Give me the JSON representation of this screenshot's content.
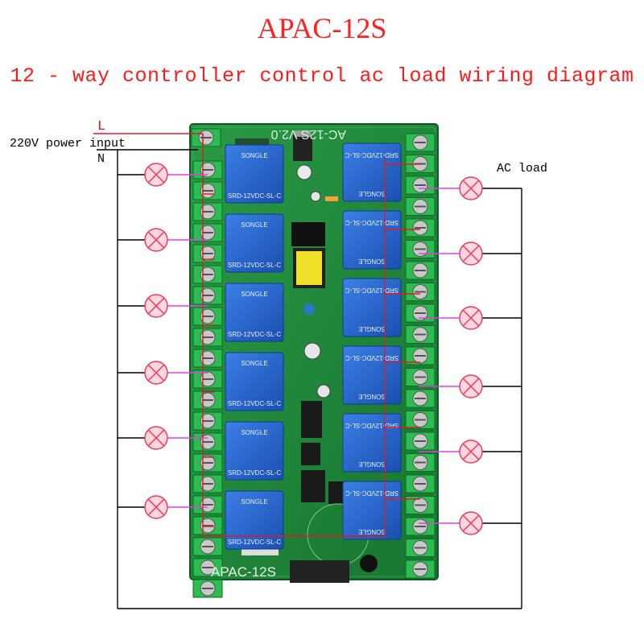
{
  "title": "APAC-12S",
  "subtitle": "12 - way controller control ac load wiring diagram",
  "labels": {
    "line": "L",
    "neutral": "N",
    "power_input": "220V power input",
    "ac_load": "AC load"
  },
  "board": {
    "model_top": "AC-12S V2.0",
    "model_bottom": "APAC-12S",
    "relay_brand": "SONGLE",
    "relay_model": "SRD-12VDC-SL-C",
    "channel_count": 12
  },
  "colors": {
    "title": "#ff2020",
    "board_green": "#1f8a3a",
    "relay_blue": "#1f5fc9",
    "terminal_green": "#2bbd4f",
    "line_wire": "#d81e2a",
    "load_wire": "#e040e0",
    "neutral_wire": "#000000",
    "lamp_fill": "#ffd7e0",
    "lamp_stroke": "#ee3a5e"
  }
}
